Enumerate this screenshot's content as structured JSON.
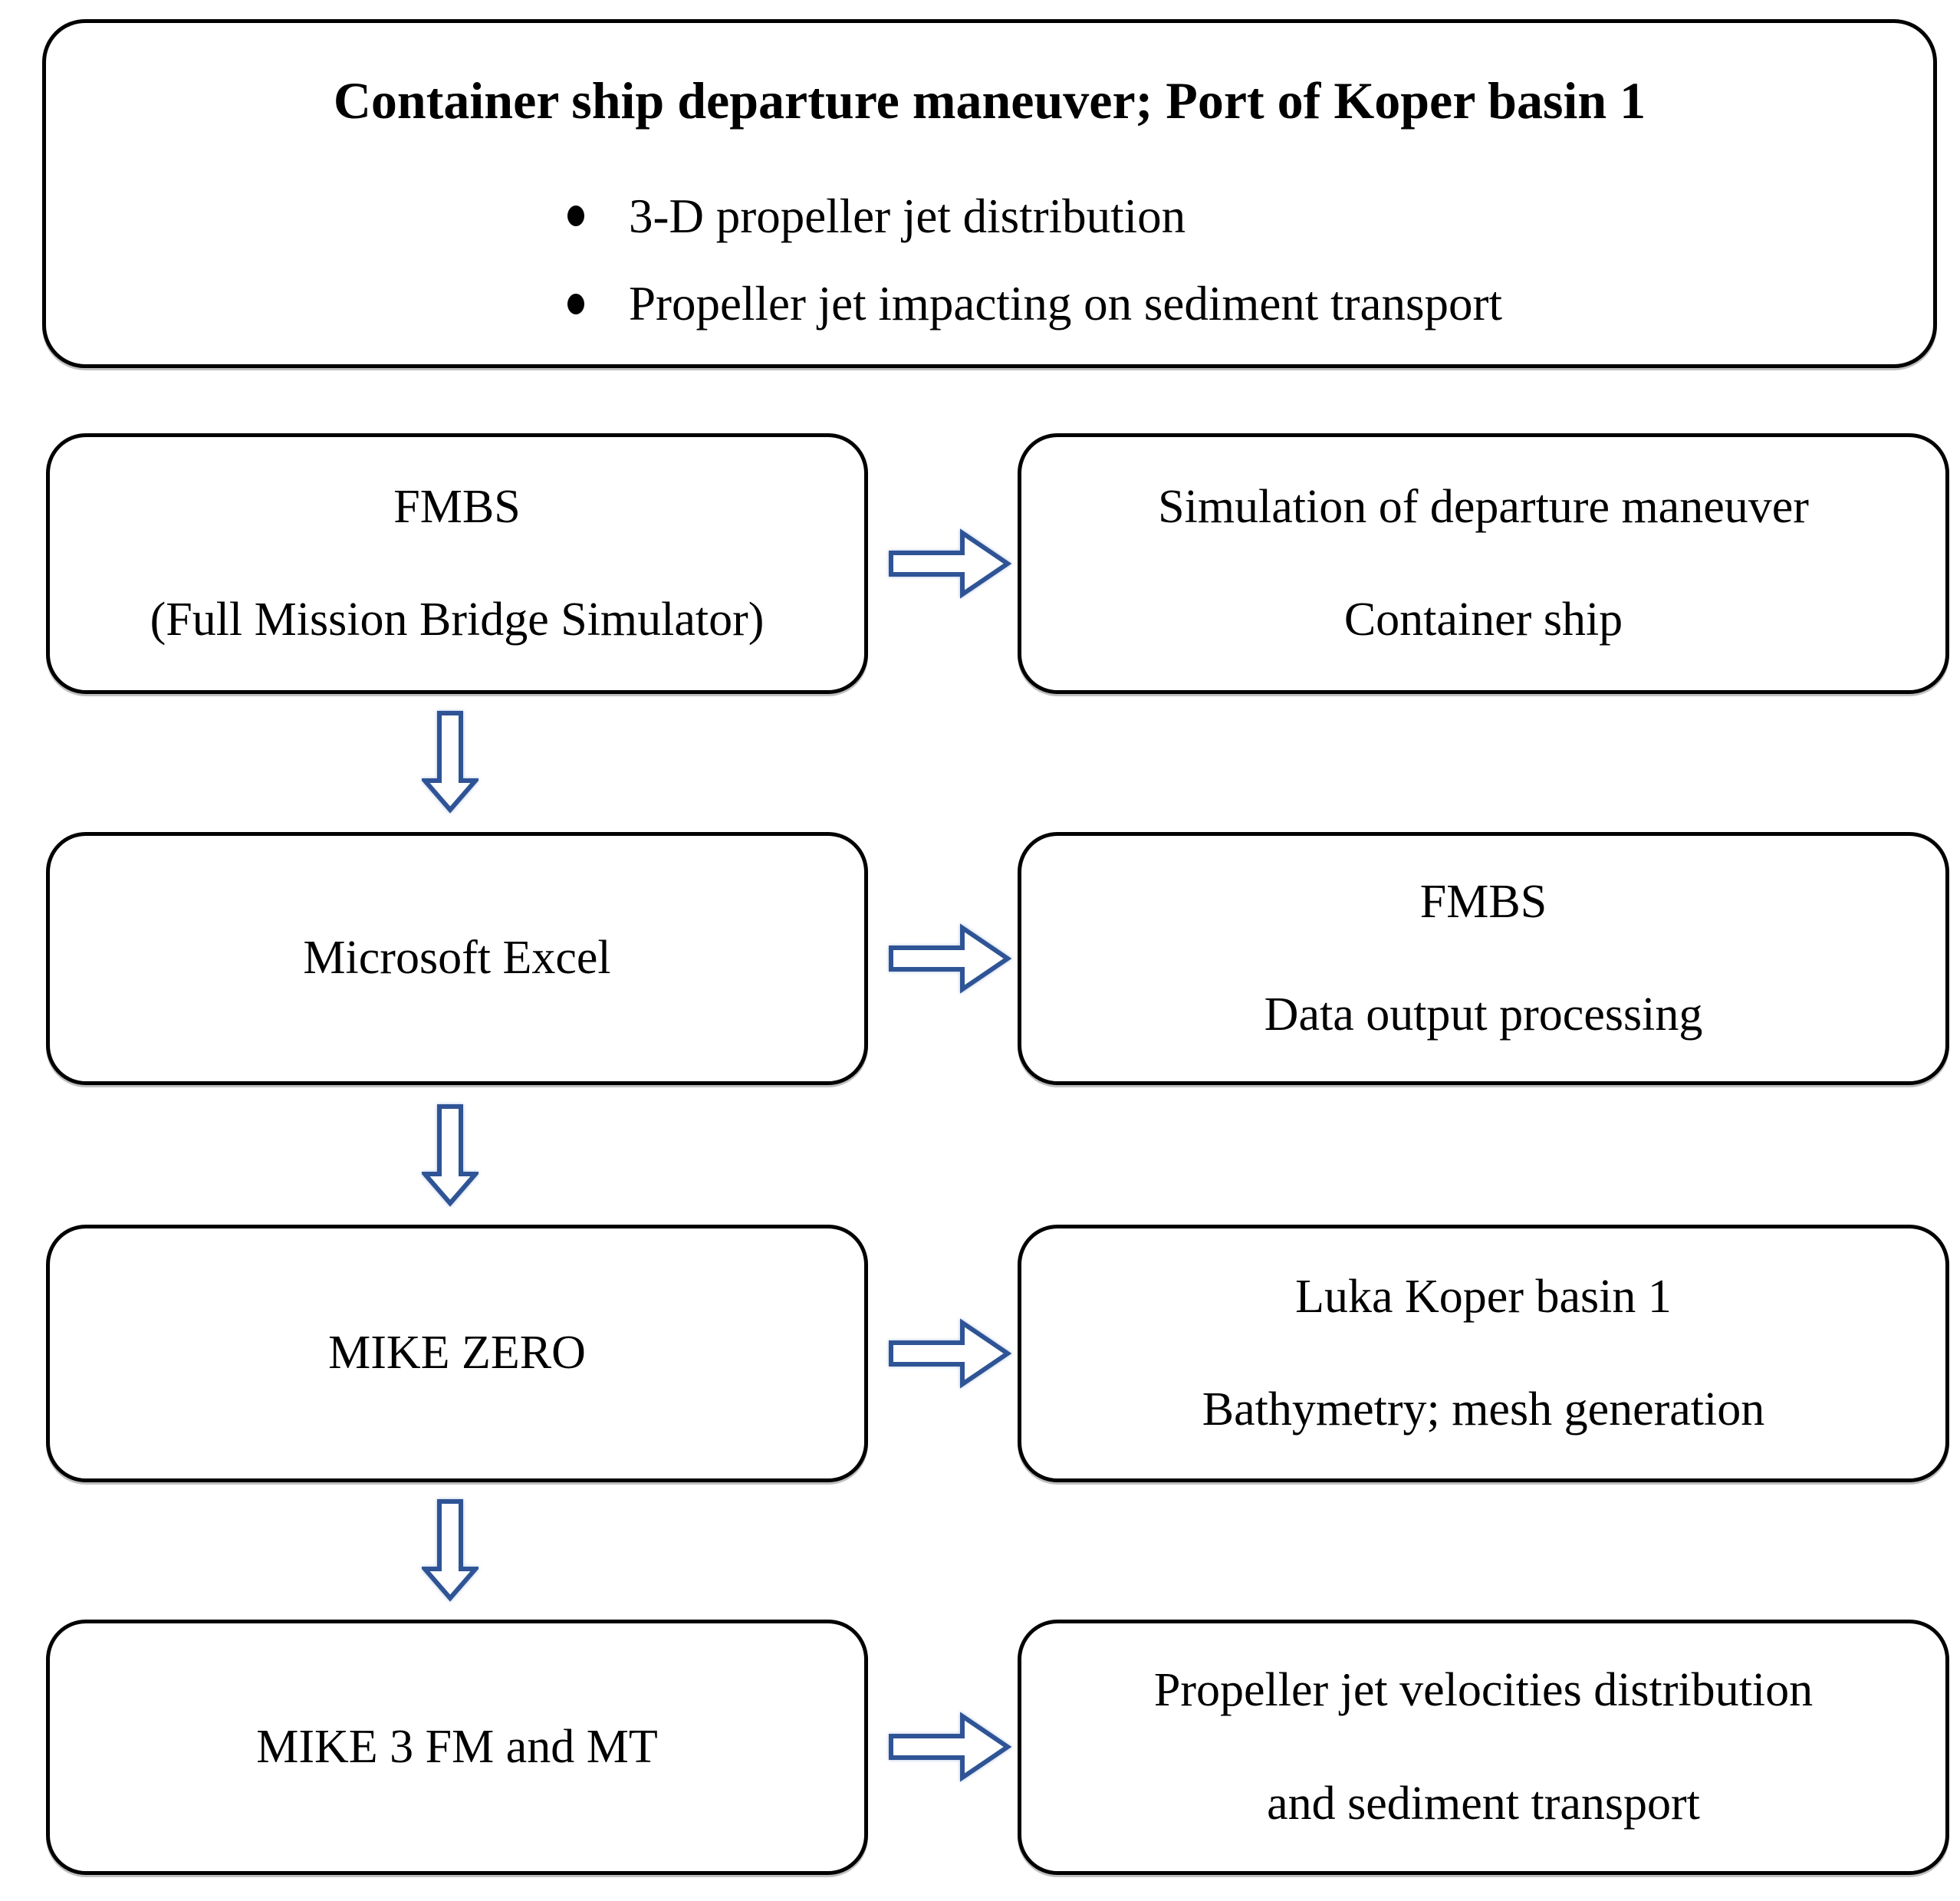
{
  "header": {
    "title": "Container ship departure maneuver; Port of Koper basin 1",
    "bullets": [
      "3-D propeller jet distribution",
      "Propeller jet impacting on sediment transport"
    ]
  },
  "rows": [
    {
      "left": {
        "lines": [
          "FMBS",
          "(Full Mission Bridge Simulator)"
        ]
      },
      "right": {
        "lines": [
          "Simulation of departure maneuver",
          "Container ship"
        ]
      }
    },
    {
      "left": {
        "lines": [
          "Microsoft Excel"
        ]
      },
      "right": {
        "lines": [
          "FMBS",
          "Data output processing"
        ]
      }
    },
    {
      "left": {
        "lines": [
          "MIKE ZERO"
        ]
      },
      "right": {
        "lines": [
          "Luka Koper basin 1",
          "Bathymetry; mesh generation"
        ]
      }
    },
    {
      "left": {
        "lines": [
          "MIKE 3 FM and MT"
        ]
      },
      "right": {
        "lines": [
          "Propeller jet velocities distribution",
          "and sediment transport"
        ]
      }
    }
  ],
  "colors": {
    "arrow_blue": "#2F5496",
    "arrow_halo": "#AEBFE0",
    "box_border": "#000000",
    "background": "#FFFFFF"
  }
}
